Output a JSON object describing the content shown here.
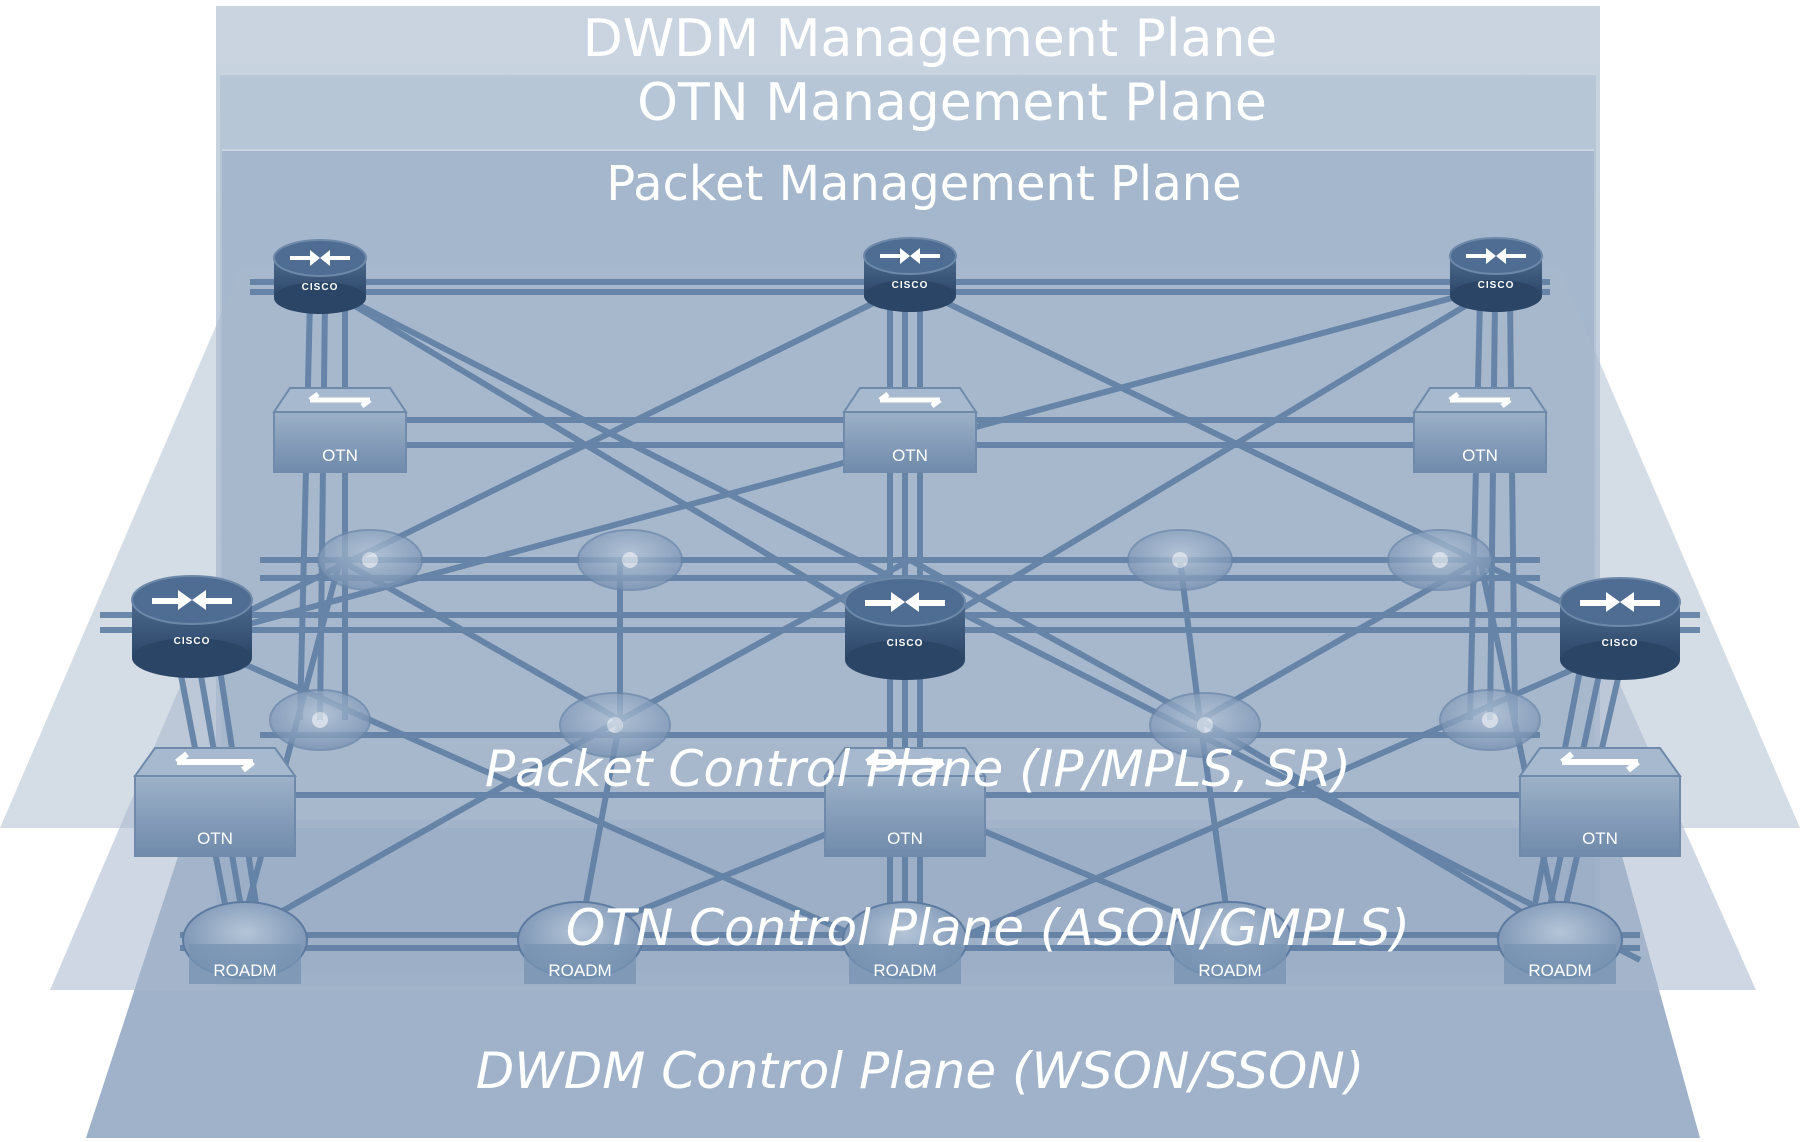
{
  "title": "Multi-layer management and control planes",
  "planes": {
    "dwdm_mgmt": "DWDM Management Plane",
    "otn_mgmt": "OTN Management Plane",
    "packet_mgmt": "Packet Management Plane",
    "packet_ctrl": "Packet Control Plane (IP/MPLS, SR)",
    "otn_ctrl": "OTN Control Plane (ASON/GMPLS)",
    "dwdm_ctrl": "DWDM Control Plane (WSON/SSON)"
  },
  "device_labels": {
    "otn": "OTN",
    "roadm": "ROADM",
    "router_brand": "CISCO"
  },
  "colors": {
    "plane": "#8fa6c2",
    "node": "#3c5a7e",
    "link": "#5f7fa3",
    "text": "#ffffff"
  },
  "nodes": {
    "routers": [
      {
        "id": "router-back-left",
        "layer": "packet"
      },
      {
        "id": "router-back-center",
        "layer": "packet"
      },
      {
        "id": "router-back-right",
        "layer": "packet"
      },
      {
        "id": "router-front-left",
        "layer": "packet"
      },
      {
        "id": "router-front-center",
        "layer": "packet"
      },
      {
        "id": "router-front-right",
        "layer": "packet"
      }
    ],
    "otn_switches": [
      {
        "id": "otn-back-left",
        "layer": "otn"
      },
      {
        "id": "otn-back-center",
        "layer": "otn"
      },
      {
        "id": "otn-back-right",
        "layer": "otn"
      },
      {
        "id": "otn-front-left",
        "layer": "otn"
      },
      {
        "id": "otn-front-center",
        "layer": "otn"
      },
      {
        "id": "otn-front-right",
        "layer": "otn"
      }
    ],
    "roadms": [
      {
        "id": "roadm-1",
        "layer": "dwdm"
      },
      {
        "id": "roadm-2",
        "layer": "dwdm"
      },
      {
        "id": "roadm-3",
        "layer": "dwdm"
      },
      {
        "id": "roadm-4",
        "layer": "dwdm"
      },
      {
        "id": "roadm-5",
        "layer": "dwdm"
      }
    ]
  }
}
